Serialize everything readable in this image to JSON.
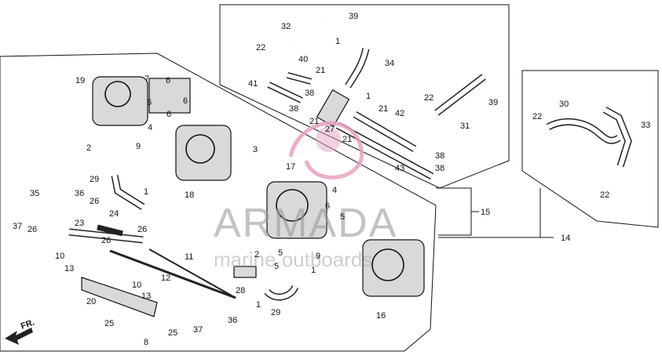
{
  "watermark": {
    "brand": "ARMADA",
    "tagline": "marine outboards",
    "color": "#e8a1c3",
    "text_color": "#9a9a9a"
  },
  "direction_label": "FR.",
  "callouts": [
    {
      "id": "c1",
      "text": "32"
    },
    {
      "id": "c2",
      "text": "39"
    },
    {
      "id": "c3",
      "text": "22"
    },
    {
      "id": "c4",
      "text": "1"
    },
    {
      "id": "c5",
      "text": "34"
    },
    {
      "id": "c6",
      "text": "40"
    },
    {
      "id": "c7",
      "text": "41"
    },
    {
      "id": "c8",
      "text": "21"
    },
    {
      "id": "c9",
      "text": "38"
    },
    {
      "id": "c10",
      "text": "38"
    },
    {
      "id": "c11",
      "text": "1"
    },
    {
      "id": "c12",
      "text": "21"
    },
    {
      "id": "c13",
      "text": "21"
    },
    {
      "id": "c14",
      "text": "27"
    },
    {
      "id": "c15",
      "text": "21"
    },
    {
      "id": "c16",
      "text": "42"
    },
    {
      "id": "c17",
      "text": "43"
    },
    {
      "id": "c18",
      "text": "38"
    },
    {
      "id": "c19",
      "text": "38"
    },
    {
      "id": "c20",
      "text": "22"
    },
    {
      "id": "c21",
      "text": "39"
    },
    {
      "id": "c22",
      "text": "31"
    },
    {
      "id": "c23",
      "text": "30"
    },
    {
      "id": "c24",
      "text": "22"
    },
    {
      "id": "c25",
      "text": "33"
    },
    {
      "id": "c26",
      "text": "22"
    },
    {
      "id": "c27",
      "text": "15"
    },
    {
      "id": "c28",
      "text": "14"
    },
    {
      "id": "c29",
      "text": "19"
    },
    {
      "id": "c30",
      "text": "7"
    },
    {
      "id": "c31",
      "text": "6"
    },
    {
      "id": "c32",
      "text": "6"
    },
    {
      "id": "c33",
      "text": "6"
    },
    {
      "id": "c34",
      "text": "6"
    },
    {
      "id": "c35",
      "text": "4"
    },
    {
      "id": "c36",
      "text": "9"
    },
    {
      "id": "c37",
      "text": "2"
    },
    {
      "id": "c38",
      "text": "29"
    },
    {
      "id": "c39",
      "text": "1"
    },
    {
      "id": "c40",
      "text": "18"
    },
    {
      "id": "c41",
      "text": "3"
    },
    {
      "id": "c42",
      "text": "17"
    },
    {
      "id": "c43",
      "text": "4"
    },
    {
      "id": "c44",
      "text": "6"
    },
    {
      "id": "c45",
      "text": "5"
    },
    {
      "id": "c46",
      "text": "35"
    },
    {
      "id": "c47",
      "text": "36"
    },
    {
      "id": "c48",
      "text": "26"
    },
    {
      "id": "c49",
      "text": "37"
    },
    {
      "id": "c50",
      "text": "26"
    },
    {
      "id": "c51",
      "text": "24"
    },
    {
      "id": "c52",
      "text": "23"
    },
    {
      "id": "c53",
      "text": "26"
    },
    {
      "id": "c54",
      "text": "26"
    },
    {
      "id": "c55",
      "text": "10"
    },
    {
      "id": "c56",
      "text": "11"
    },
    {
      "id": "c57",
      "text": "13"
    },
    {
      "id": "c58",
      "text": "12"
    },
    {
      "id": "c59",
      "text": "10"
    },
    {
      "id": "c60",
      "text": "13"
    },
    {
      "id": "c61",
      "text": "20"
    },
    {
      "id": "c62",
      "text": "25"
    },
    {
      "id": "c63",
      "text": "2"
    },
    {
      "id": "c64",
      "text": "5"
    },
    {
      "id": "c65",
      "text": "9"
    },
    {
      "id": "c66",
      "text": "5"
    },
    {
      "id": "c67",
      "text": "1"
    },
    {
      "id": "c68",
      "text": "28"
    },
    {
      "id": "c69",
      "text": "29"
    },
    {
      "id": "c70",
      "text": "1"
    },
    {
      "id": "c71",
      "text": "36"
    },
    {
      "id": "c72",
      "text": "37"
    },
    {
      "id": "c73",
      "text": "8"
    },
    {
      "id": "c74",
      "text": "25"
    },
    {
      "id": "c75",
      "text": "16"
    }
  ]
}
